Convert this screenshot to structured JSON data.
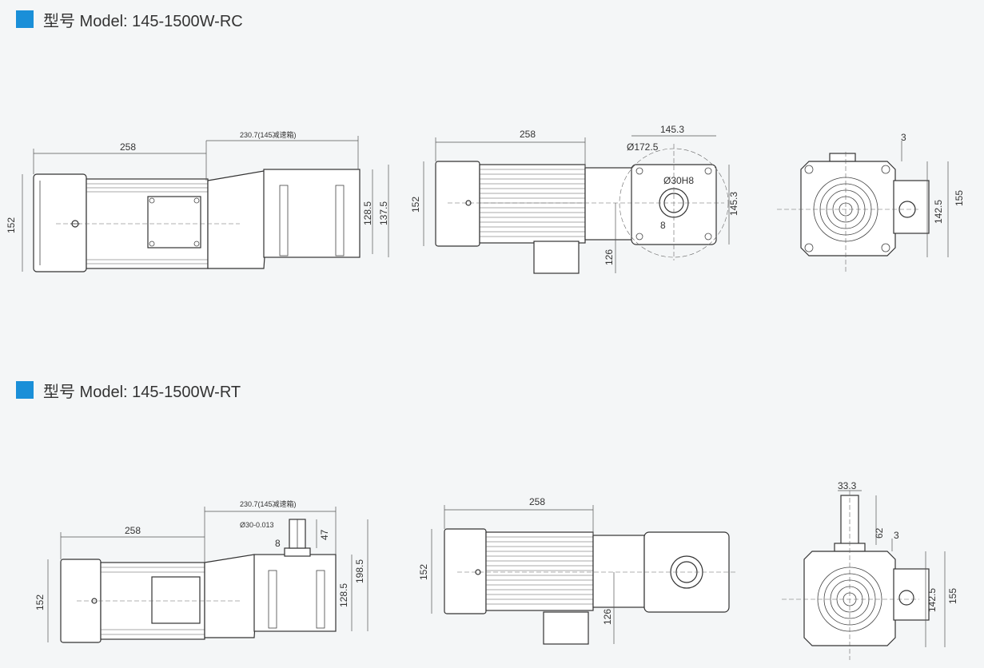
{
  "sections": {
    "rc": {
      "title": "型号 Model: 145-1500W-RC",
      "labels": {
        "side_len": "258",
        "gear_len": "230.7(145减速箱)",
        "height": "152",
        "out_h1": "128.5",
        "out_h2": "137.5",
        "mid_len": "258",
        "mid_height": "152",
        "flange_w": "145.3",
        "pcd": "Ø172.5",
        "bore": "Ø30H8",
        "key": "8",
        "flange_h": "145.3",
        "box_h": "126",
        "end_top": "3",
        "end_h1": "142.5",
        "end_h2": "155"
      }
    },
    "rt": {
      "title": "型号 Model: 145-1500W-RT",
      "labels": {
        "gear_len": "230.7(145减速箱)",
        "shaft_dia": "Ø30-0.013",
        "shaft_len": "47",
        "key": "8",
        "side_len": "258",
        "height": "152",
        "out_h1": "128.5",
        "out_h2": "198.5",
        "mid_len": "258",
        "mid_height": "152",
        "box_h": "126",
        "shaft_w": "33.3",
        "shaft_h": "62",
        "end_top": "3",
        "end_h1": "142.5",
        "end_h2": "155"
      }
    }
  }
}
